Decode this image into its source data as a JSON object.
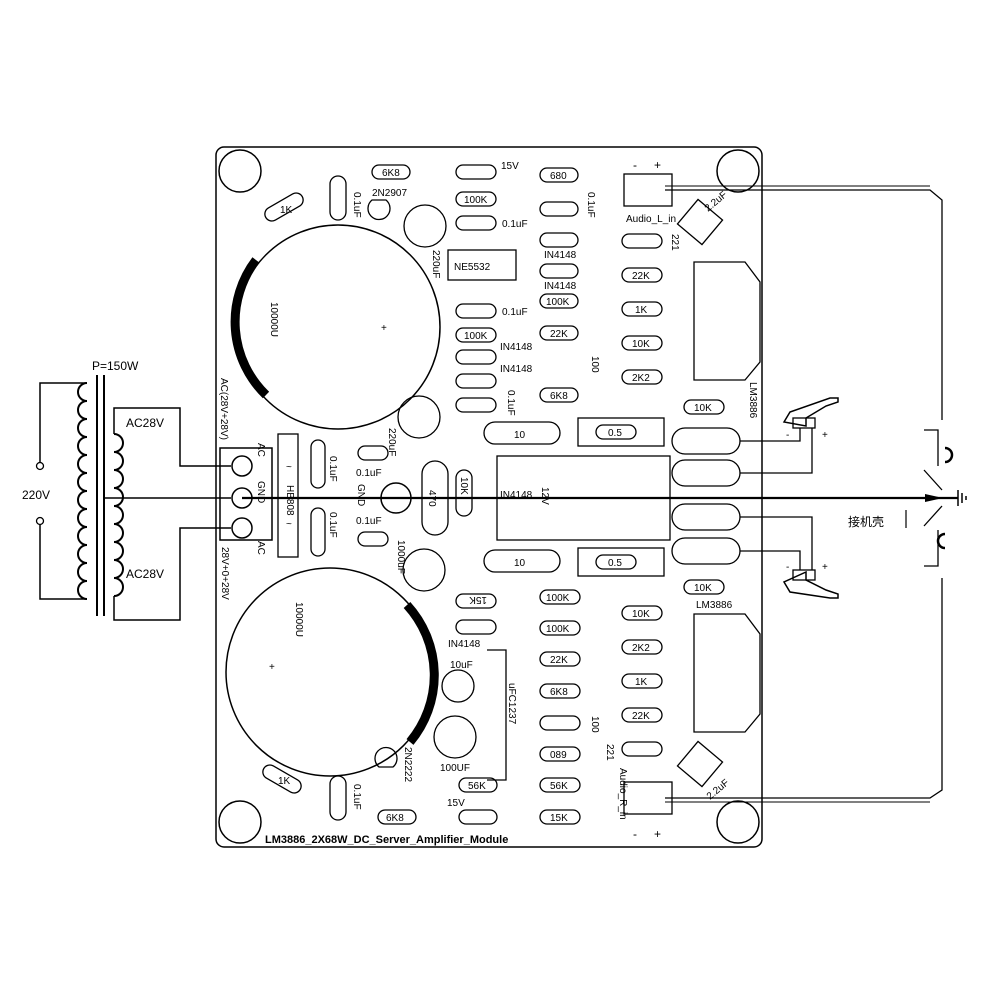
{
  "transformer": {
    "power": "P=150W",
    "primary": "220V",
    "secondary_top": "AC28V",
    "secondary_bottom": "AC28V"
  },
  "board": {
    "title": "LM3886_2X68W_DC_Server_Amplifier_Module",
    "power_terminal": {
      "top_label": "AC(28V+28V)",
      "bottom_label": "28V+0+28V",
      "pin_ac_top": "AC",
      "pin_gnd": "GND",
      "pin_ac_bottom": "AC"
    },
    "main_caps": {
      "top": "10000U",
      "bottom": "10000U"
    },
    "bridge": "HB808",
    "gnd_point": "GND",
    "opamp": "NE5532",
    "regulator": "uFC1237",
    "amps": {
      "top": "LM3886",
      "bottom": "LM3886"
    },
    "inputs": {
      "left": "Audio_L_in",
      "right": "Audio_R_in"
    },
    "case_label": "接机壳",
    "left_col": {
      "res_6k8_top": "6K8",
      "tr_top": "2N2907",
      "res_1k_top": "1K",
      "cap_01_top": "0.1uF",
      "cap_220_top": "220uF",
      "cap_220_mid": "220uF",
      "res_6k8_bot": "6K8",
      "tr_bot": "2N2222",
      "res_1k_bot": "1K",
      "cap_01_bot": "0.1uF",
      "cap_01_a": "0.1uF",
      "cap_01_b": "0.1uF",
      "cap_01_c": "0.1uF",
      "cap_01_d": "0.1uF",
      "cap_1000": "1000uF",
      "res_15k": "15K",
      "d_in4148": "IN4148",
      "cap_10uf": "10uF",
      "cap_100uf": "100UF",
      "res_56k": "56K",
      "d_15v": "15V"
    },
    "mid_col": {
      "d_15v": "15V",
      "res_100k_a": "100K",
      "cap_01uf": "0.1uF",
      "cap_01uf_b": "0.1uF",
      "res_100k_b": "100K",
      "d_in4148_a": "IN4148",
      "d_in4148_b": "IN4148",
      "cap_01uf_c": "0.1uF",
      "res_10": "10",
      "res_470": "470",
      "res_10k": "10K",
      "d_in4148_c": "IN4148",
      "res_10_bot": "10"
    },
    "mid2_col": {
      "res_680_top": "680",
      "cap_01uf": "0.1uF",
      "d_in4148_a": "IN4148",
      "d_in4148_b": "IN4148",
      "res_100k": "100K",
      "res_22k": "22K",
      "res_100": "100",
      "res_6k8": "6K8",
      "heatsink_12v": "12V",
      "res_05_top": "0.5",
      "res_05_bot": "0.5",
      "res_100k_b": "100K",
      "res_100k_c": "100K",
      "res_22k_b": "22K",
      "res_6k8_b": "6K8",
      "res_100_b": "100",
      "res_680_bot": "089",
      "res_56k": "56K",
      "res_15k": "15K"
    },
    "right_col": {
      "res_221_top": "221",
      "res_22k": "22K",
      "res_1k": "1K",
      "res_10k": "10K",
      "res_2k2": "2K2",
      "cap_22_top": "2.2uF",
      "res_10k_mid": "10K",
      "res_10k_mid2": "10K",
      "res_10k_b": "10K",
      "res_2k2_b": "2K2",
      "res_1k_b": "1K",
      "res_22k_b": "22K",
      "res_221_bot": "221",
      "cap_22_bot": "2.2uF"
    },
    "polarity": {
      "minus": "-",
      "plus": "+"
    }
  }
}
